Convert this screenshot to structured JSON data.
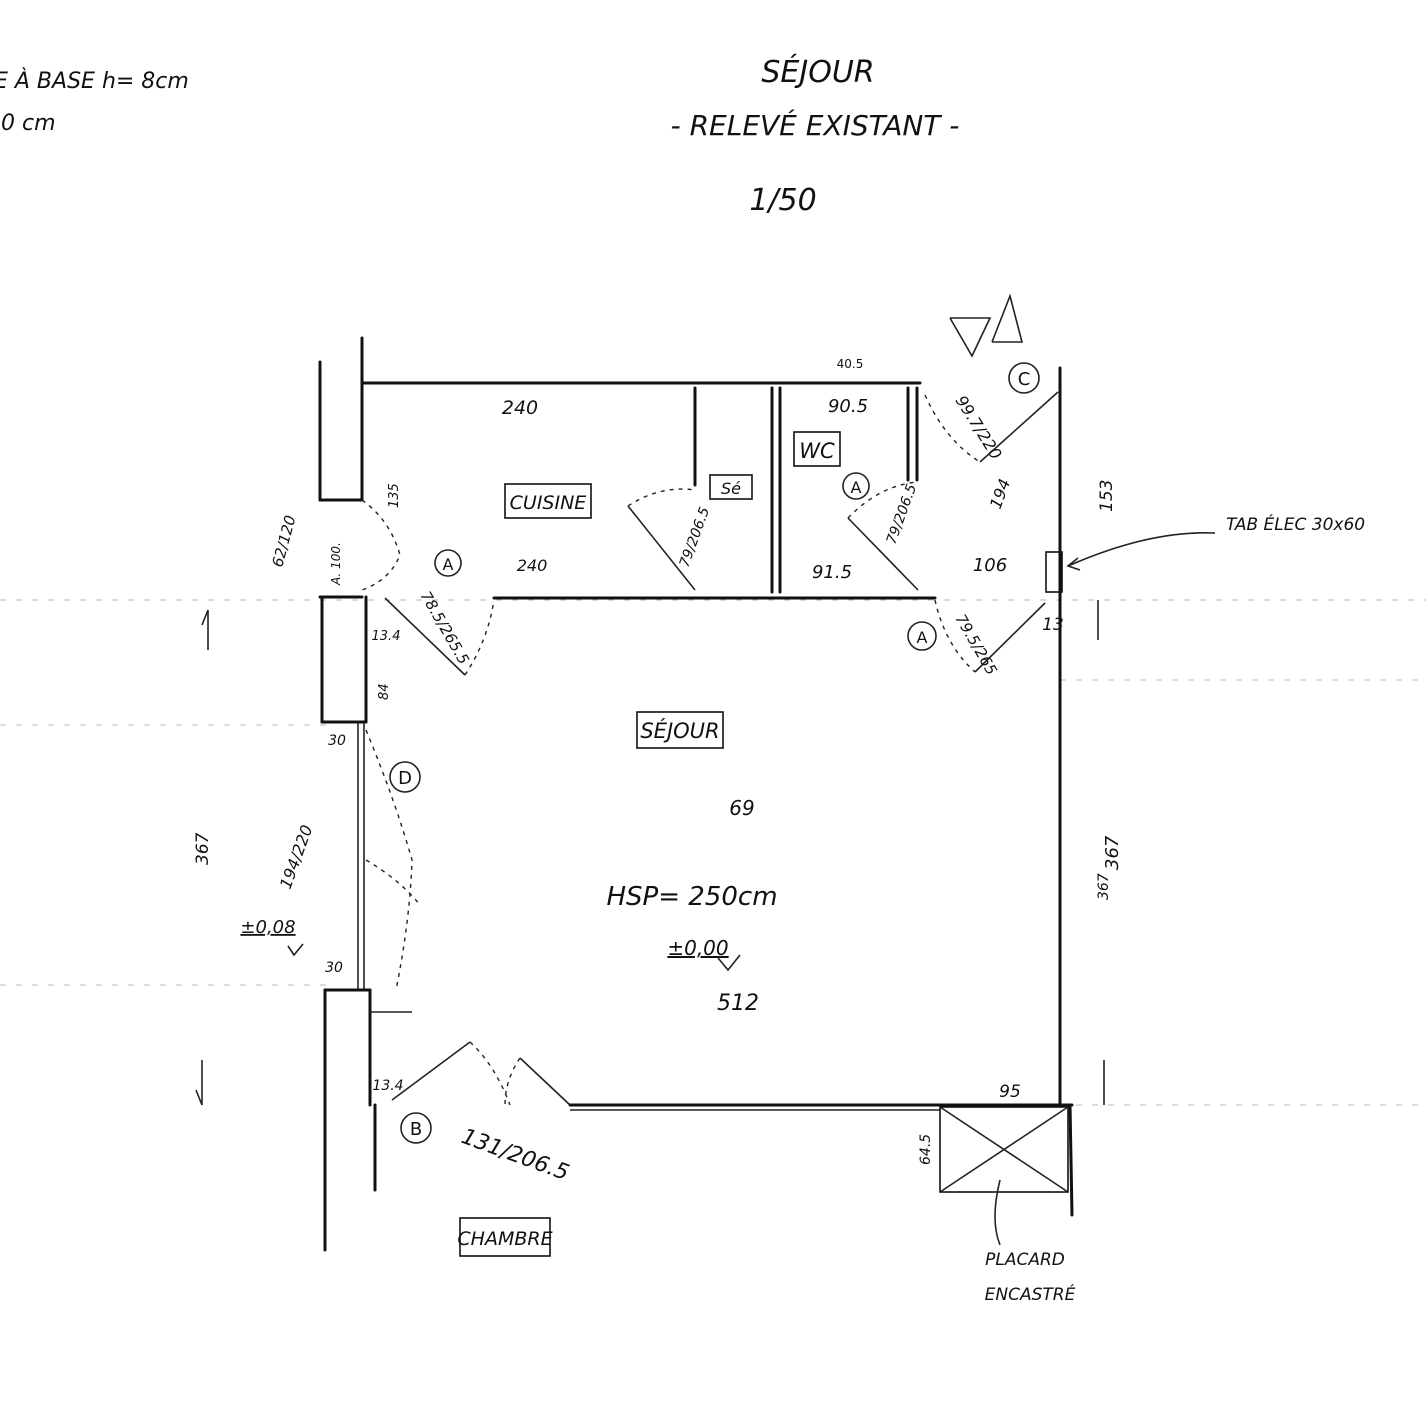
{
  "header": {
    "title": "SÉJOUR",
    "subtitle": "- RELEVÉ EXISTANT -",
    "scale": "1/50",
    "note_line1": "E À BASE h= 8cm",
    "note_line2": ",0 cm"
  },
  "rooms": {
    "cuisine": "CUISINE",
    "wc": "WC",
    "sejour": "SÉJOUR",
    "chambre": "CHAMBRE",
    "cellier": "Sé"
  },
  "center": {
    "area": "69",
    "hsp": "HSP= 250cm",
    "level": "±0,00",
    "width": "512"
  },
  "door_tags": {
    "c": "C",
    "a1": "A",
    "a2": "A",
    "a3": "A",
    "d": "D",
    "b": "B"
  },
  "dimensions": {
    "top_240": "240",
    "mid_240": "240",
    "wc_905_top": "90.5",
    "wc_915_bottom": "91.5",
    "door_c": "99.7/220",
    "door_a_wc": "79/206.5",
    "door_kitchen_inner": "79/206.5",
    "right_194": "194",
    "right_106": "106",
    "right_153": "153",
    "right_13": "13",
    "right_door_a": "79.5/265",
    "left_door_a": "78.5/265.5",
    "left_135": "135",
    "window_left": "62/120",
    "window_allege": "A. 100.",
    "left_134_top": "13.4",
    "left_84": "84",
    "left_30_top": "30",
    "left_194_220": "194/220",
    "left_level": "±0,08",
    "left_367": "367",
    "right_367": "367",
    "left_30_bottom": "30",
    "left_134_bottom": "13.4",
    "door_b": "131/206.5",
    "placard_95": "95",
    "placard_645": "64.5",
    "ghost_405": "40.5",
    "ghost_367": "367"
  },
  "annotations": {
    "tab_elec": "TAB ÉLEC 30x60",
    "placard_line1": "PLACARD",
    "placard_line2": "ENCASTRÉ"
  }
}
